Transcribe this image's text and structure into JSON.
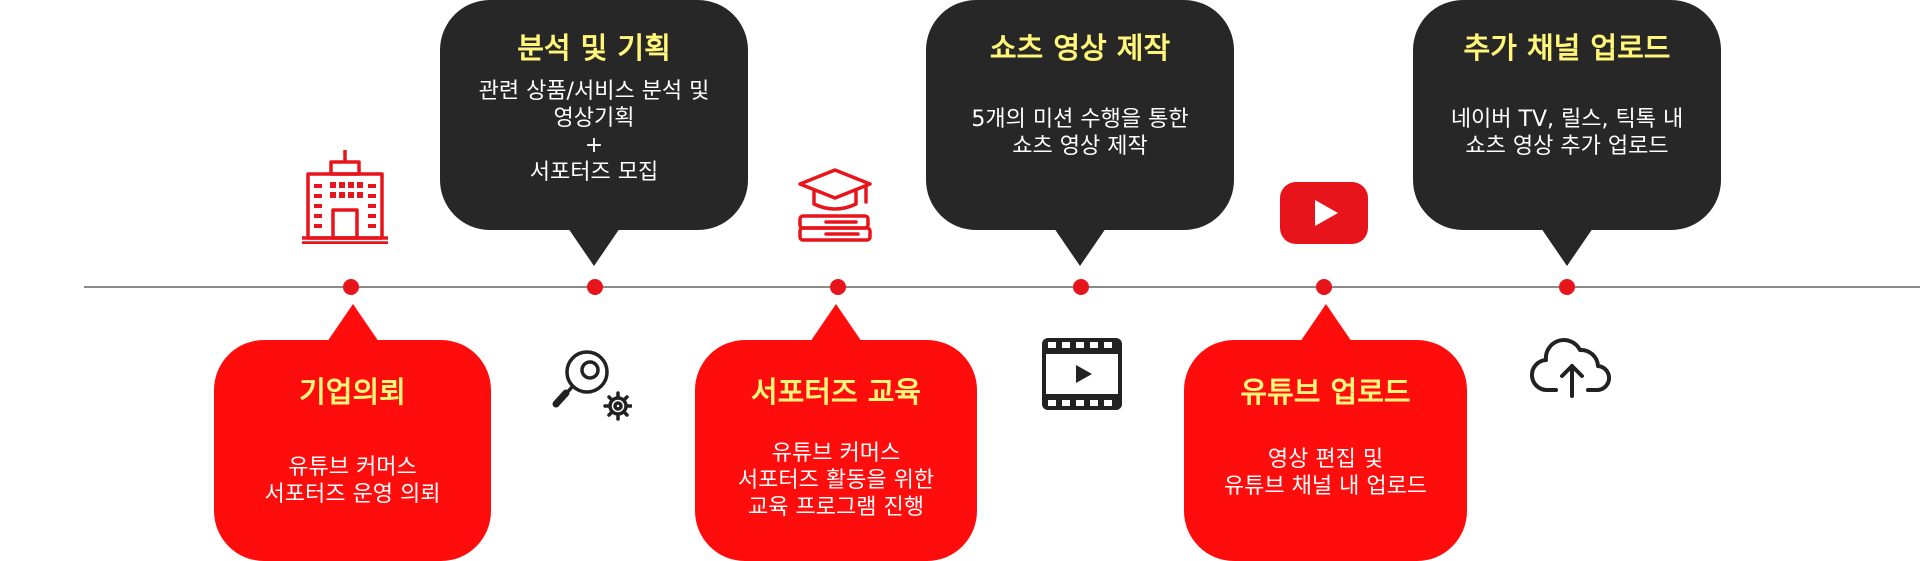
{
  "steps": [
    {
      "title": "기업의뢰",
      "desc": "유튜브 커머스\n서포터즈 운영 의뢰"
    },
    {
      "title": "분석 및 기획",
      "desc": "관련 상품/서비스 분석 및\n영상기획\n+\n서포터즈 모집"
    },
    {
      "title": "서포터즈 교육",
      "desc": "유튜브 커머스\n서포터즈 활동을 위한\n교육 프로그램 진행"
    },
    {
      "title": "쇼츠 영상 제작",
      "desc": "5개의 미션 수행을 통한\n쇼츠 영상 제작"
    },
    {
      "title": "유튜브 업로드",
      "desc": "영상 편집 및\n유튜브 채널 내 업로드"
    },
    {
      "title": "추가 채널 업로드",
      "desc": "네이버 TV, 릴스, 틱톡 내\n쇼츠 영상 추가 업로드"
    }
  ],
  "icons": [
    {
      "name": "building-icon",
      "color": "#e8141b"
    },
    {
      "name": "magnifier-gear-icon",
      "color": "#222222"
    },
    {
      "name": "graduation-cap-books-icon",
      "color": "#e8141b"
    },
    {
      "name": "film-strip-play-icon",
      "color": "#222222"
    },
    {
      "name": "youtube-play-icon",
      "color": "#e8141b"
    },
    {
      "name": "cloud-upload-icon",
      "color": "#222222"
    }
  ],
  "colors": {
    "dark_bubble": "#272727",
    "red_bubble": "#ff0d0d",
    "title_yellow": "#fff67a",
    "accent_red": "#e8141b",
    "line_gray": "#8a8a8a"
  }
}
